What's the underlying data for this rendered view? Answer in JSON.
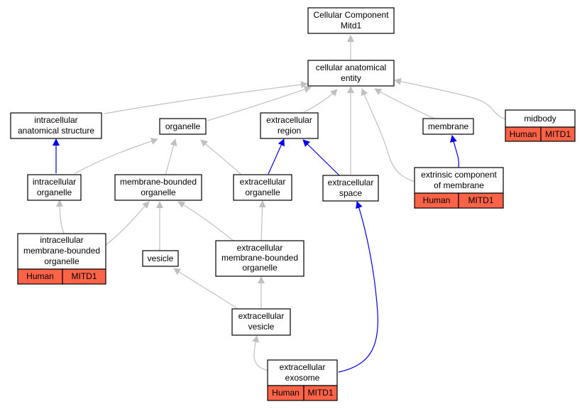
{
  "colors": {
    "gray_edge": "#c0c0c0",
    "blue_edge": "#0000ee",
    "annotation_fill": "#ff6347"
  },
  "nodes": {
    "cellular_component": [
      "Cellular Component",
      "Mitd1"
    ],
    "cellular_anatomical_entity": [
      "cellular anatomical",
      "entity"
    ],
    "intracellular_anatomical_structure": [
      "intracellular",
      "anatomical structure"
    ],
    "organelle": [
      "organelle"
    ],
    "extracellular_region": [
      "extracellular",
      "region"
    ],
    "membrane": [
      "membrane"
    ],
    "midbody": [
      "midbody"
    ],
    "intracellular_organelle": [
      "intracellular",
      "organelle"
    ],
    "membrane_bounded_organelle": [
      "membrane-bounded",
      "organelle"
    ],
    "extracellular_organelle": [
      "extracellular",
      "organelle"
    ],
    "extracellular_space": [
      "extracellular",
      "space"
    ],
    "extrinsic_component_of_membrane": [
      "extrinsic component",
      "of membrane"
    ],
    "intracellular_membrane_bounded_organelle": [
      "intracellular",
      "membrane-bounded",
      "organelle"
    ],
    "vesicle": [
      "vesicle"
    ],
    "extracellular_membrane_bounded_organelle": [
      "extracellular",
      "membrane-bounded",
      "organelle"
    ],
    "extracellular_vesicle": [
      "extracellular",
      "vesicle"
    ],
    "extracellular_exosome": [
      "extracellular",
      "exosome"
    ]
  },
  "annotation": {
    "species": "Human",
    "gene": "MITD1"
  }
}
